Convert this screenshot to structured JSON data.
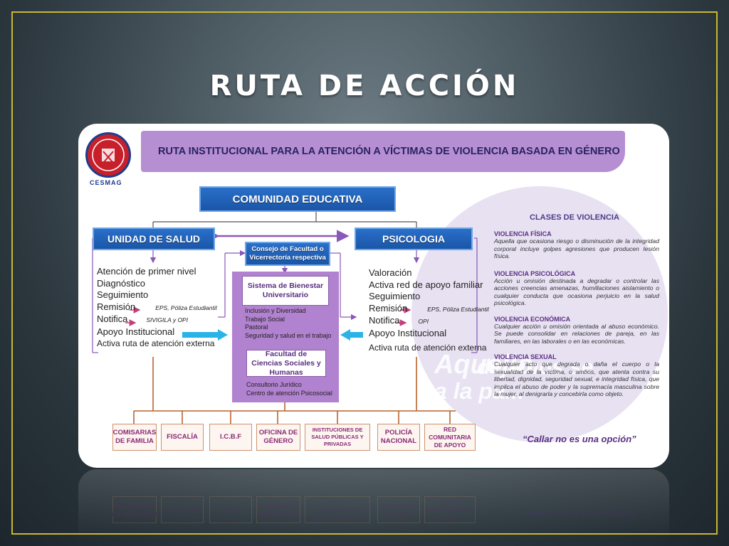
{
  "slide": {
    "title": "RUTA DE ACCIÓN"
  },
  "header": {
    "text": "RUTA INSTITUCIONAL PARA LA   ATENCIÓN  A VÍCTIMAS DE  VIOLENCIA BASADA EN GÉNERO"
  },
  "logo": {
    "text": "CESMAG"
  },
  "nodes": {
    "comunidad": "COMUNIDAD EDUCATIVA",
    "salud": "UNIDAD DE SALUD",
    "psicologia": "PSICOLOGIA",
    "consejo": "Consejo de Facultad o Vicerrectoría  respectiva",
    "bienestar": "Sistema de Bienestar Universitario",
    "facultad": "Facultad de Ciencias Sociales y Humanas"
  },
  "salud_items": [
    "Atención de primer nivel",
    "Diagnóstico",
    "Seguimiento",
    "Remisión",
    "Notifica",
    "Apoyo Institucional",
    "Activa ruta de atención externa"
  ],
  "salud_notes": {
    "remision": "EPS, Póliza Estudiantil",
    "notifica": "SIVIGILA y OPI"
  },
  "psico_items": [
    "Valoración",
    "Activa red de apoyo familiar",
    "Seguimiento",
    "Remisión",
    "Notifica",
    "Apoyo Institucional",
    "Activa ruta de atención externa"
  ],
  "psico_notes": {
    "remision": "EPS, Póliza Estudiantil",
    "notifica": "OPI"
  },
  "bienestar_items": [
    "Inclusión y Diversidad",
    "Trabajo Social",
    "Pastoral",
    "Seguridad y salud en el trabajo"
  ],
  "facultad_items": [
    "Consultorio Jurídico",
    "Centro de atención Psicosocial"
  ],
  "entities": [
    "COMISARIAS DE FAMILIA",
    "FISCALÍA",
    "I.C.B.F",
    "OFICINA DE GÉNERO",
    "INSTITUCIONES DE SALUD PÚBLICAS Y PRIVADAS",
    "POLICÍA NACIONAL",
    "RED COMUNITARIA DE APOYO"
  ],
  "violence": {
    "title": "CLASES DE VIOLENCIA",
    "items": [
      {
        "head": "VIOLENCIA FÍSICA",
        "text": "Aquella que ocasiona riesgo o disminución de la integridad corporal incluye golpes agresiones que producen lesión física."
      },
      {
        "head": "VIOLENCIA PSICOLÓGICA",
        "text": "Acción u omisión destinada a degradar o controlar las acciones creencias amenazas, humillaciones aislamiento o cualquier conducta que ocasiona perjuicio en la salud psicológica."
      },
      {
        "head": "VIOLENCIA ECONÓMICA",
        "text": "Cualquier acción u omisión orientada al abuso económico. Se puede consolidar en relaciones de pareja, en las familiares, en las laborales o en las económicas."
      },
      {
        "head": "VIOLENCIA SEXUAL",
        "text": "Cualquier acto que degrada o daña el cuerpo o la sexualidad de la víctima, o ambos, que atenta contra su libertad, dignidad, seguridad sexual, e integridad física, que implica el abuso de poder y la supremacía masculina sobre la mujer, al denigrarla y concebirla como objeto."
      }
    ],
    "slogan": "“Callar no es una opción”",
    "watermark_1": "Aquello",
    "watermark_2": "dejamos se",
    "watermark_3": "a la pa..."
  },
  "colors": {
    "frame": "#c9b730",
    "header_purple": "#b68fd3",
    "node_blue": "#1a56a8",
    "column_purple": "#b182cf",
    "arrow_cyan": "#2ab3e6",
    "flow_line": "#b9642e"
  }
}
